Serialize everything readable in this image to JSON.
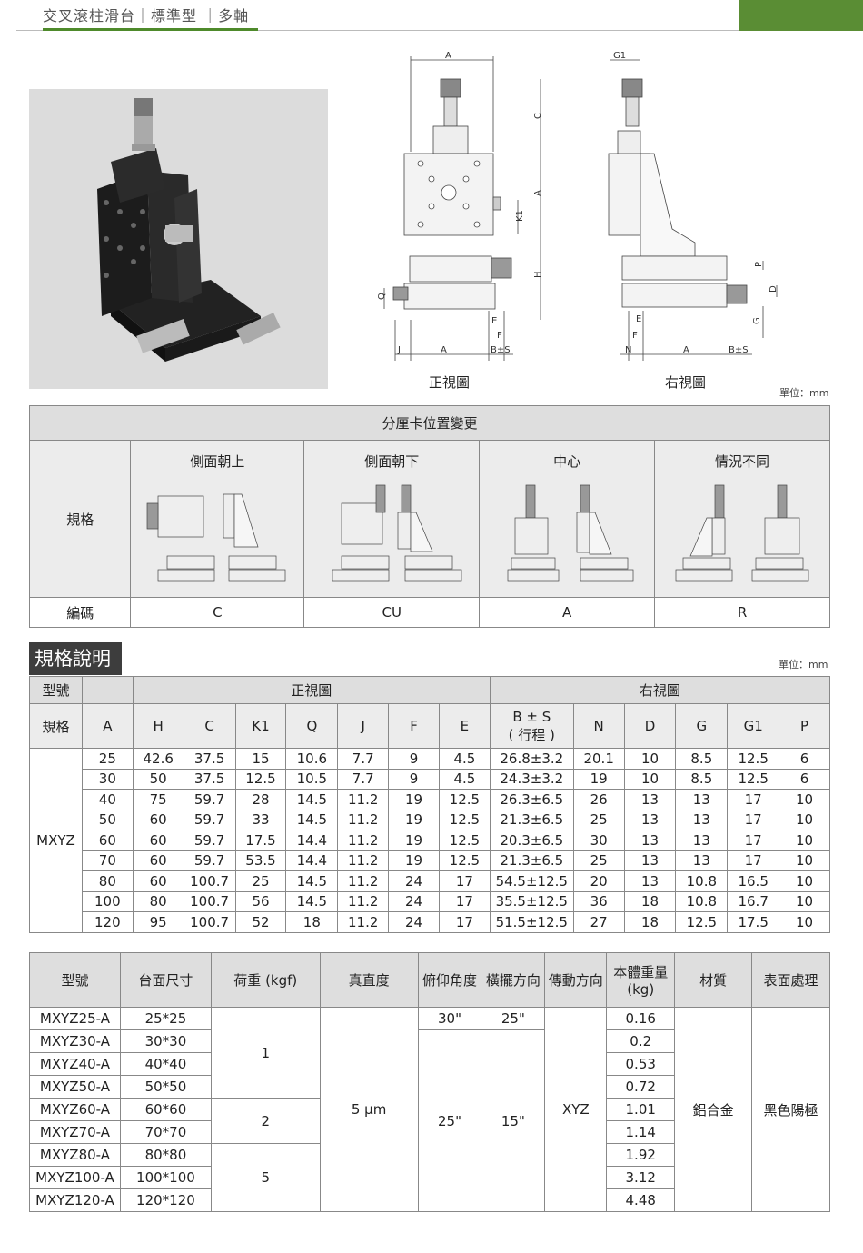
{
  "header": {
    "title": "交叉滾柱滑台｜標準型 ｜多軸"
  },
  "drawings": {
    "front_label": "正視圖",
    "side_label": "右視圖",
    "unit_top": "單位：mm",
    "front_dims": [
      "A",
      "C",
      "A",
      "K1",
      "H",
      "Q",
      "E",
      "F",
      "J",
      "A",
      "B±S"
    ],
    "side_dims": [
      "G1",
      "P",
      "D",
      "G",
      "E",
      "F",
      "N",
      "A",
      "B±S"
    ]
  },
  "position_table": {
    "title": "分厘卡位置變更",
    "row_label_spec": "規格",
    "row_label_code": "編碼",
    "columns": [
      {
        "label": "側面朝上",
        "code": "C"
      },
      {
        "label": "側面朝下",
        "code": "CU"
      },
      {
        "label": "中心",
        "code": "A"
      },
      {
        "label": "情況不同",
        "code": "R"
      }
    ]
  },
  "spec_section": {
    "title": "規格說明",
    "unit": "單位：mm",
    "head_model": "型號",
    "head_front": "正視圖",
    "head_side": "右視圖",
    "head_spec": "規格",
    "model": "MXYZ",
    "columns": [
      "A",
      "H",
      "C",
      "K1",
      "Q",
      "J",
      "F",
      "E",
      "B ± S",
      "N",
      "D",
      "G",
      "G1",
      "P"
    ],
    "b_sub": "( 行程 )",
    "rows": [
      [
        "25",
        "42.6",
        "37.5",
        "15",
        "10.6",
        "7.7",
        "9",
        "4.5",
        "26.8±3.2",
        "20.1",
        "10",
        "8.5",
        "12.5",
        "6"
      ],
      [
        "30",
        "50",
        "37.5",
        "12.5",
        "10.5",
        "7.7",
        "9",
        "4.5",
        "24.3±3.2",
        "19",
        "10",
        "8.5",
        "12.5",
        "6"
      ],
      [
        "40",
        "75",
        "59.7",
        "28",
        "14.5",
        "11.2",
        "19",
        "12.5",
        "26.3±6.5",
        "26",
        "13",
        "13",
        "17",
        "10"
      ],
      [
        "50",
        "60",
        "59.7",
        "33",
        "14.5",
        "11.2",
        "19",
        "12.5",
        "21.3±6.5",
        "25",
        "13",
        "13",
        "17",
        "10"
      ],
      [
        "60",
        "60",
        "59.7",
        "17.5",
        "14.4",
        "11.2",
        "19",
        "12.5",
        "20.3±6.5",
        "30",
        "13",
        "13",
        "17",
        "10"
      ],
      [
        "70",
        "60",
        "59.7",
        "53.5",
        "14.4",
        "11.2",
        "19",
        "12.5",
        "21.3±6.5",
        "25",
        "13",
        "13",
        "17",
        "10"
      ],
      [
        "80",
        "60",
        "100.7",
        "25",
        "14.5",
        "11.2",
        "24",
        "17",
        "54.5±12.5",
        "20",
        "13",
        "10.8",
        "16.5",
        "10"
      ],
      [
        "100",
        "80",
        "100.7",
        "56",
        "14.5",
        "11.2",
        "24",
        "17",
        "35.5±12.5",
        "36",
        "18",
        "10.8",
        "16.7",
        "10"
      ],
      [
        "120",
        "95",
        "100.7",
        "52",
        "18",
        "11.2",
        "24",
        "17",
        "51.5±12.5",
        "27",
        "18",
        "12.5",
        "17.5",
        "10"
      ]
    ]
  },
  "model_table": {
    "headers": [
      "型號",
      "台面尺寸",
      "荷重 (kgf)",
      "真直度",
      "俯仰角度",
      "橫擺方向",
      "傳動方向",
      "本體重量\n(kg)",
      "材質",
      "表面處理"
    ],
    "weight_head_1": "本體重量",
    "weight_head_2": "(kg)",
    "models": [
      "MXYZ25-A",
      "MXYZ30-A",
      "MXYZ40-A",
      "MXYZ50-A",
      "MXYZ60-A",
      "MXYZ70-A",
      "MXYZ80-A",
      "MXYZ100-A",
      "MXYZ120-A"
    ],
    "sizes": [
      "25*25",
      "30*30",
      "40*40",
      "50*50",
      "60*60",
      "70*70",
      "80*80",
      "100*100",
      "120*120"
    ],
    "loads": [
      "1",
      "2",
      "5"
    ],
    "straightness": "5 μm",
    "pitch_first": "30\"",
    "pitch_rest": "25\"",
    "yaw_first": "25\"",
    "yaw_rest": "15\"",
    "drive": "XYZ",
    "weights": [
      "0.16",
      "0.2",
      "0.53",
      "0.72",
      "1.01",
      "1.14",
      "1.92",
      "3.12",
      "4.48"
    ],
    "material": "鋁合金",
    "finish": "黑色陽極"
  }
}
